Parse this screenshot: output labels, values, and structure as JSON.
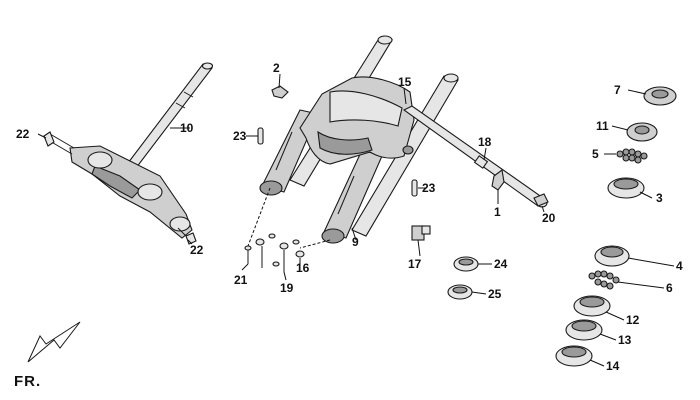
{
  "diagram": {
    "orientation_label": "FR.",
    "callouts": [
      {
        "id": "c1",
        "text": "1"
      },
      {
        "id": "c2",
        "text": "2"
      },
      {
        "id": "c3",
        "text": "3"
      },
      {
        "id": "c4",
        "text": "4"
      },
      {
        "id": "c5",
        "text": "5"
      },
      {
        "id": "c6",
        "text": "6"
      },
      {
        "id": "c7",
        "text": "7"
      },
      {
        "id": "c9",
        "text": "9"
      },
      {
        "id": "c10",
        "text": "10"
      },
      {
        "id": "c11",
        "text": "11"
      },
      {
        "id": "c12",
        "text": "12"
      },
      {
        "id": "c13",
        "text": "13"
      },
      {
        "id": "c14",
        "text": "14"
      },
      {
        "id": "c15",
        "text": "15"
      },
      {
        "id": "c16",
        "text": "16"
      },
      {
        "id": "c17",
        "text": "17"
      },
      {
        "id": "c18",
        "text": "18"
      },
      {
        "id": "c19",
        "text": "19"
      },
      {
        "id": "c20",
        "text": "20"
      },
      {
        "id": "c21",
        "text": "21"
      },
      {
        "id": "c22a",
        "text": "22"
      },
      {
        "id": "c22b",
        "text": "22"
      },
      {
        "id": "c23a",
        "text": "23"
      },
      {
        "id": "c23b",
        "text": "23"
      },
      {
        "id": "c24",
        "text": "24"
      },
      {
        "id": "c25",
        "text": "25"
      }
    ]
  }
}
